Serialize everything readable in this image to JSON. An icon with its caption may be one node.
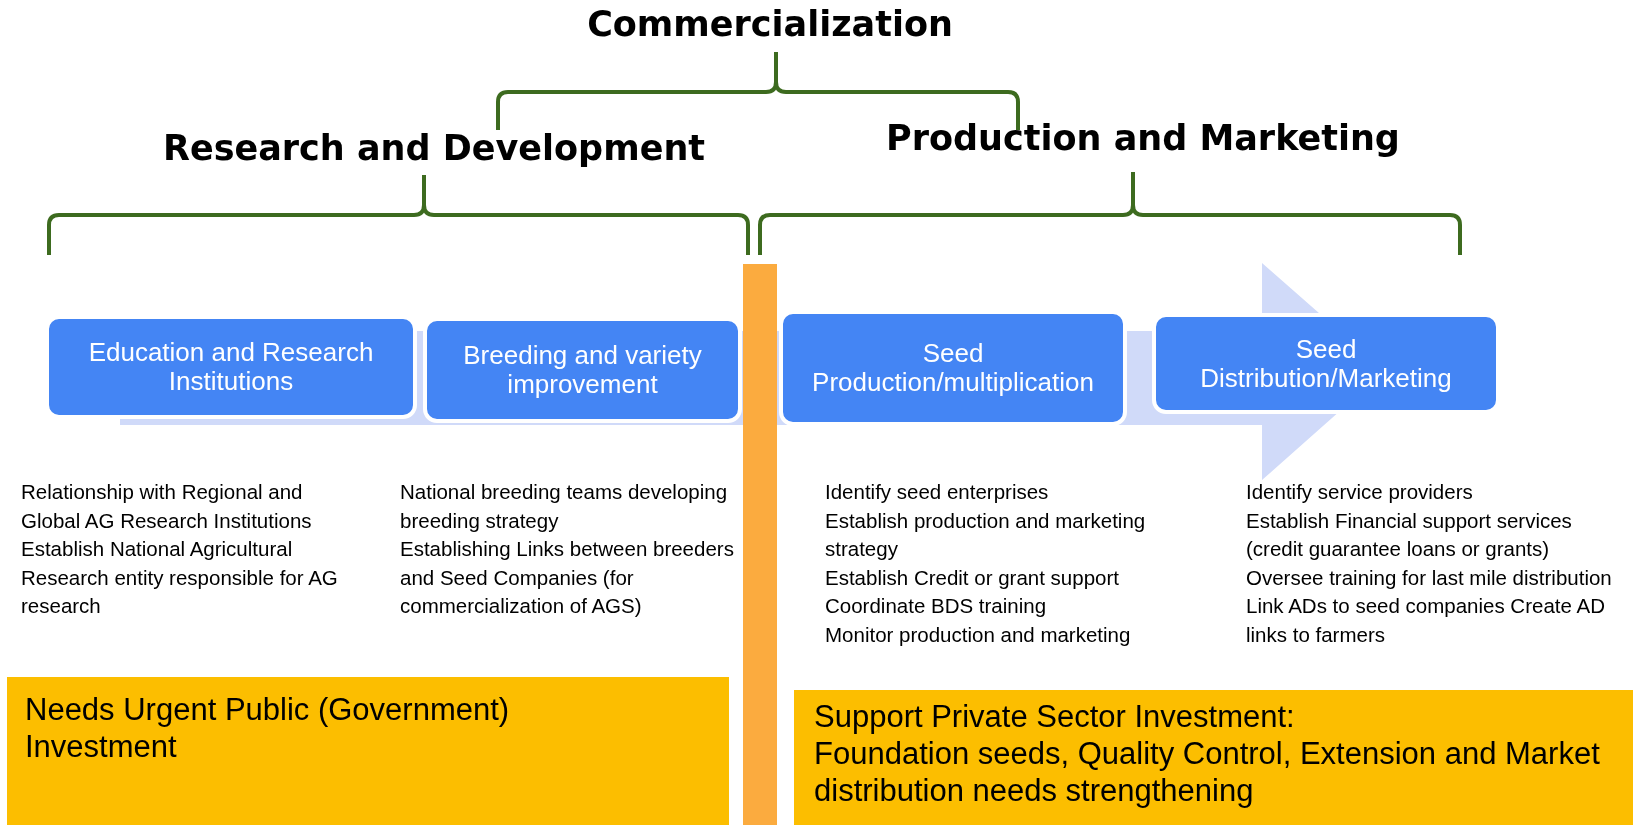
{
  "diagram": {
    "title": "Commercialization",
    "nodes": [
      {
        "text": [
          "Education and Research Institutions"
        ],
        "beside": [
          "Relationship with Regional and Global AG Research Institutions",
          "Establish National Agricultural Research entity responsible for AG research"
        ]
      },
      {
        "text": [
          "Breeding and variety improvement"
        ],
        "beside": [
          "National breeding teams developing breeding strategy",
          "Establishing Links between breeders and Seed Companies (for commercialization of AGS)"
        ]
      },
      {
        "text": [
          "Seed Production/multiplication"
        ],
        "beside": [
          "Identify seed enterprises",
          "Establish production and marketing strategy",
          "Establish Credit or grant support",
          "Coordinate BDS training",
          "Monitor production and marketing"
        ]
      },
      {
        "text": [
          "Seed Distribution/Marketing"
        ],
        "beside": [
          "Identify service providers",
          "Establish Financial support services (credit guarantee loans or grants)",
          "Oversee training for last mile distribution",
          "Link ADs to seed companies Create AD links to farmers"
        ]
      },
      {
        "text": [
          "Needs Urgent Public (Government) Investment"
        ]
      },
      {
        "text": [
          "Support Private Sector Investment:",
          "Foundation seeds, Quality Control, Extension and Market distribution needs strengthening"
        ]
      },
      {
        "text": [],
        "shape": "bar"
      }
    ],
    "labels": [
      "Research and Development",
      "Production and Marketing"
    ]
  }
}
